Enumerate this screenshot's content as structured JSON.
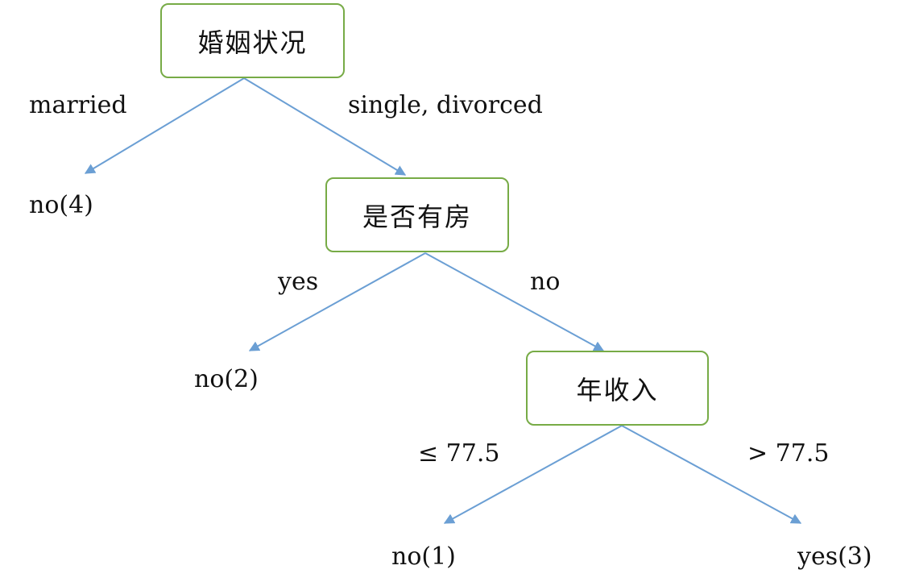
{
  "colors": {
    "edge": "#6b9fd4",
    "node_border": "#77ab46",
    "text": "#111111"
  },
  "nodes": {
    "root": "婚姻状况",
    "house": "是否有房",
    "income": "年收入"
  },
  "edges": {
    "married": "married",
    "single_divorced": "single, divorced",
    "yes": "yes",
    "no": "no",
    "le": "≤ 77.5",
    "gt": "> 77.5"
  },
  "leaves": {
    "married_leaf": "no(4)",
    "house_yes_leaf": "no(2)",
    "income_le_leaf": "no(1)",
    "income_gt_leaf": "yes(3)"
  }
}
